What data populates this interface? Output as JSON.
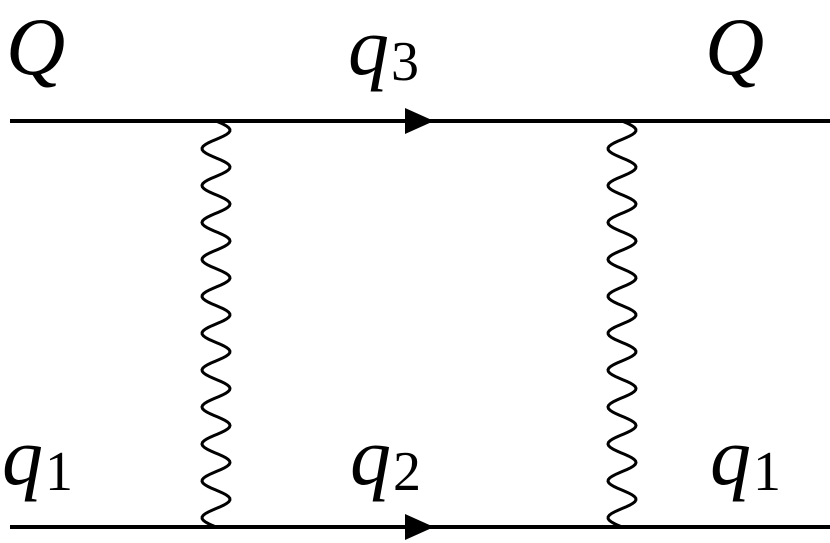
{
  "labels": {
    "top_left": {
      "main": "Q",
      "sub": ""
    },
    "top_mid": {
      "main": "q",
      "sub": "3"
    },
    "top_right": {
      "main": "Q",
      "sub": ""
    },
    "bottom_left": {
      "main": "q",
      "sub": "1"
    },
    "bottom_mid": {
      "main": "q",
      "sub": "2"
    },
    "bottom_right": {
      "main": "q",
      "sub": "1"
    }
  },
  "colors": {
    "line": "#000000",
    "background": "#ffffff"
  }
}
